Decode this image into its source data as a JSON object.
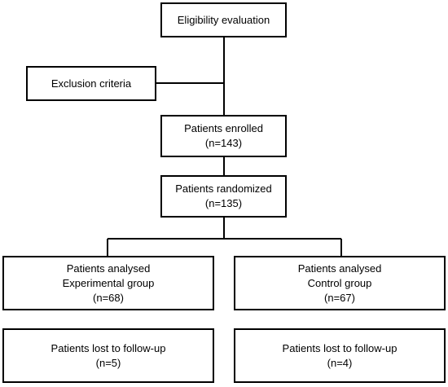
{
  "flowchart": {
    "eligibility": {
      "label": "Eligibility evaluation"
    },
    "exclusion": {
      "label": "Exclusion criteria"
    },
    "enrolled": {
      "label": "Patients enrolled",
      "count": "(n=143)"
    },
    "randomized": {
      "label": "Patients randomized",
      "count": "(n=135)"
    },
    "experimental": {
      "analysed": {
        "line1": "Patients analysed",
        "line2": "Experimental group",
        "count": "(n=68)"
      },
      "lost": {
        "label": "Patients lost to follow-up",
        "count": "(n=5)"
      }
    },
    "control": {
      "analysed": {
        "line1": "Patients analysed",
        "line2": "Control group",
        "count": "(n=67)"
      },
      "lost": {
        "label": "Patients lost to follow-up",
        "count": "(n=4)"
      }
    }
  },
  "style": {
    "line_color": "#000000",
    "box_border_color": "#000000",
    "background": "#ffffff"
  }
}
